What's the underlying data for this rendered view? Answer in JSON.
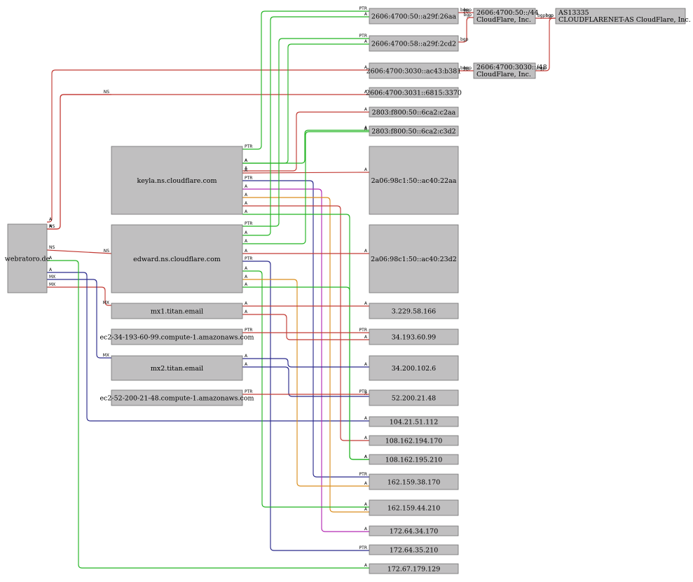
{
  "colors": {
    "red": "#c23a34",
    "green": "#22b422",
    "blue": "#2a2a8c",
    "magenta": "#b42ab4",
    "orange": "#d98e1e",
    "node_fill": "#c0bfc0"
  },
  "nodes": {
    "root": [
      "webratoro.de"
    ],
    "keyla": [
      "keyla.ns.cloudflare.com"
    ],
    "edward": [
      "edward.ns.cloudflare.com"
    ],
    "mx1": [
      "mx1.titan.email"
    ],
    "ec2a": [
      "ec2-34-193-60-99.compute-1.amazonaws.com"
    ],
    "mx2": [
      "mx2.titan.email"
    ],
    "ec2b": [
      "ec2-52-200-21-48.compute-1.amazonaws.com"
    ],
    "v6_26aa": [
      "2606:4700:50::a29f:26aa"
    ],
    "v6_2cd2": [
      "2606:4700:58::a29f:2cd2"
    ],
    "v6_b381": [
      "2606:4700:3030::ac43:b381"
    ],
    "v6_3370": [
      "2606:4700:3031::6815:3370"
    ],
    "v6_c2aa": [
      "2803:f800:50::6ca2:c2aa"
    ],
    "v6_c3d2": [
      "2803:f800:50::6ca2:c3d2"
    ],
    "v6_22aa": [
      "2a06:98c1:50::ac40:22aa"
    ],
    "v6_23d2": [
      "2a06:98c1:50::ac40:23d2"
    ],
    "ip_3229": [
      "3.229.58.166"
    ],
    "ip_34193": [
      "34.193.60.99"
    ],
    "ip_34200": [
      "34.200.102.6"
    ],
    "ip_52200": [
      "52.200.21.48"
    ],
    "ip_10421": [
      "104.21.51.112"
    ],
    "ip_108170": [
      "108.162.194.170"
    ],
    "ip_108210": [
      "108.162.195.210"
    ],
    "ip_162170": [
      "162.159.38.170"
    ],
    "ip_162210": [
      "162.159.44.210"
    ],
    "ip_17234": [
      "172.64.34.170"
    ],
    "ip_17235": [
      "172.64.35.210"
    ],
    "ip_17267": [
      "172.67.179.129"
    ],
    "net_44": [
      "2606:4700:50::/44",
      "CloudFlare, Inc."
    ],
    "net_48": [
      "2606:4700:3030::/48",
      "CloudFlare, Inc."
    ],
    "as13335": [
      "AS13335",
      "CLOUDFLARENET-AS CloudFlare, Inc."
    ]
  },
  "edge_labels": {
    "a": "A",
    "ns": "NS",
    "mx": "MX",
    "ptr": "PTR",
    "bgp": "bgp"
  },
  "edges": [
    {
      "from": "root",
      "to": "keyla",
      "label": "ns",
      "color": "red"
    },
    {
      "from": "root",
      "to": "edward",
      "label": "ns",
      "color": "red"
    },
    {
      "from": "root",
      "to": "mx1",
      "label": "mx",
      "color": "red"
    },
    {
      "from": "root",
      "to": "mx2",
      "label": "mx",
      "color": "blue"
    },
    {
      "from": "root",
      "to": "v6_b381",
      "label": "a",
      "color": "red"
    },
    {
      "from": "root",
      "to": "v6_3370",
      "label": "a",
      "color": "red"
    },
    {
      "from": "root",
      "to": "ip_10421",
      "label": "a",
      "color": "blue"
    },
    {
      "from": "root",
      "to": "ip_17267",
      "label": "a",
      "color": "green"
    },
    {
      "from": "keyla",
      "to": "v6_26aa",
      "label": "ptr",
      "color": "green"
    },
    {
      "from": "keyla",
      "to": "v6_2cd2",
      "label": "a",
      "color": "green"
    },
    {
      "from": "keyla",
      "to": "v6_c2aa",
      "label": "a",
      "color": "red"
    },
    {
      "from": "keyla",
      "to": "v6_c3d2",
      "label": "a",
      "color": "green"
    },
    {
      "from": "keyla",
      "to": "v6_22aa",
      "label": "a",
      "color": "red"
    },
    {
      "from": "keyla",
      "to": "ip_162170",
      "label": "ptr",
      "color": "blue"
    },
    {
      "from": "keyla",
      "to": "ip_17234",
      "label": "a",
      "color": "magenta"
    },
    {
      "from": "keyla",
      "to": "ip_162210",
      "label": "a",
      "color": "orange"
    },
    {
      "from": "keyla",
      "to": "ip_108170",
      "label": "a",
      "color": "red"
    },
    {
      "from": "keyla",
      "to": "ip_108210",
      "label": "a",
      "color": "green"
    },
    {
      "from": "edward",
      "to": "v6_2cd2",
      "label": "ptr",
      "color": "green"
    },
    {
      "from": "edward",
      "to": "v6_26aa",
      "label": "a",
      "color": "green"
    },
    {
      "from": "edward",
      "to": "v6_c3d2",
      "label": "a",
      "color": "green"
    },
    {
      "from": "edward",
      "to": "v6_23d2",
      "label": "a",
      "color": "red"
    },
    {
      "from": "edward",
      "to": "ip_17235",
      "label": "ptr",
      "color": "blue"
    },
    {
      "from": "edward",
      "to": "ip_162210",
      "label": "a",
      "color": "green"
    },
    {
      "from": "edward",
      "to": "ip_162170",
      "label": "a",
      "color": "orange"
    },
    {
      "from": "edward",
      "to": "ip_108210",
      "label": "a",
      "color": "green"
    },
    {
      "from": "mx1",
      "to": "ip_3229",
      "label": "a",
      "color": "red"
    },
    {
      "from": "mx1",
      "to": "ip_34193",
      "label": "a",
      "color": "red"
    },
    {
      "from": "mx2",
      "to": "ip_34200",
      "label": "a",
      "color": "blue"
    },
    {
      "from": "mx2",
      "to": "ip_52200",
      "label": "a",
      "color": "blue"
    },
    {
      "from": "ec2a",
      "to": "ip_34193",
      "label": "ptr",
      "color": "red"
    },
    {
      "from": "ec2b",
      "to": "ip_52200",
      "label": "ptr",
      "color": "red"
    },
    {
      "from": "v6_26aa",
      "to": "net_44",
      "label": "bgp",
      "color": "red"
    },
    {
      "from": "v6_2cd2",
      "to": "net_44",
      "label": "bgp",
      "color": "red"
    },
    {
      "from": "v6_b381",
      "to": "net_48",
      "label": "bgp",
      "color": "red"
    },
    {
      "from": "net_44",
      "to": "as13335",
      "label": "bgp",
      "color": "red"
    },
    {
      "from": "net_48",
      "to": "as13335",
      "label": "bgp",
      "color": "red"
    }
  ]
}
